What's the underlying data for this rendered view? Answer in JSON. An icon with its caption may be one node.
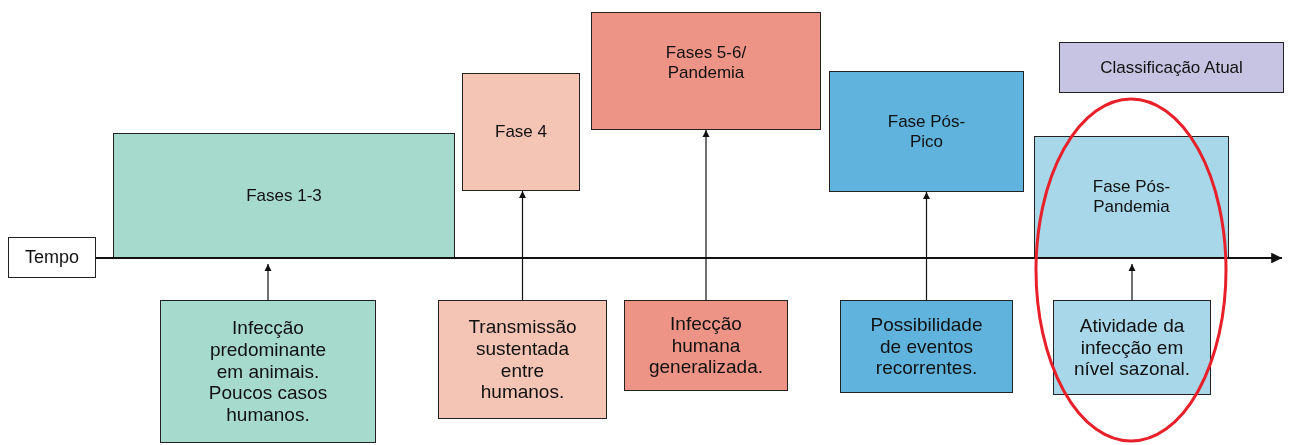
{
  "diagram": {
    "nodes": [
      {
        "text": [
          "Tempo"
        ]
      },
      {
        "text": [
          "Fases 1-3"
        ]
      },
      {
        "text": [
          "Fase 4"
        ]
      },
      {
        "text": [
          "Fases 5-6/ Pandemia"
        ]
      },
      {
        "text": [
          "Fase Pós-Pico"
        ]
      },
      {
        "text": [
          "Classificação Atual"
        ]
      },
      {
        "text": [
          "Fase Pós-Pandemia"
        ]
      },
      {
        "text": [
          "Infecção predominante em animais. Poucos casos humanos."
        ]
      },
      {
        "text": [
          "Transmissão sustentada entre humanos."
        ]
      },
      {
        "text": [
          "Infecção humana generalizada."
        ]
      },
      {
        "text": [
          "Possibilidade de eventos recorrentes."
        ]
      },
      {
        "text": [
          "Atividade da infecção em nível sazonal."
        ]
      }
    ],
    "edges": [
      {
        "from": 0,
        "to": null,
        "arrow": "to"
      },
      {
        "from": 7,
        "to": 1,
        "arrow": "to"
      },
      {
        "from": 8,
        "to": 2,
        "arrow": "to"
      },
      {
        "from": 9,
        "to": 3,
        "arrow": "to"
      },
      {
        "from": 10,
        "to": 4,
        "arrow": "to"
      },
      {
        "from": 11,
        "to": 6,
        "arrow": "to"
      }
    ]
  }
}
